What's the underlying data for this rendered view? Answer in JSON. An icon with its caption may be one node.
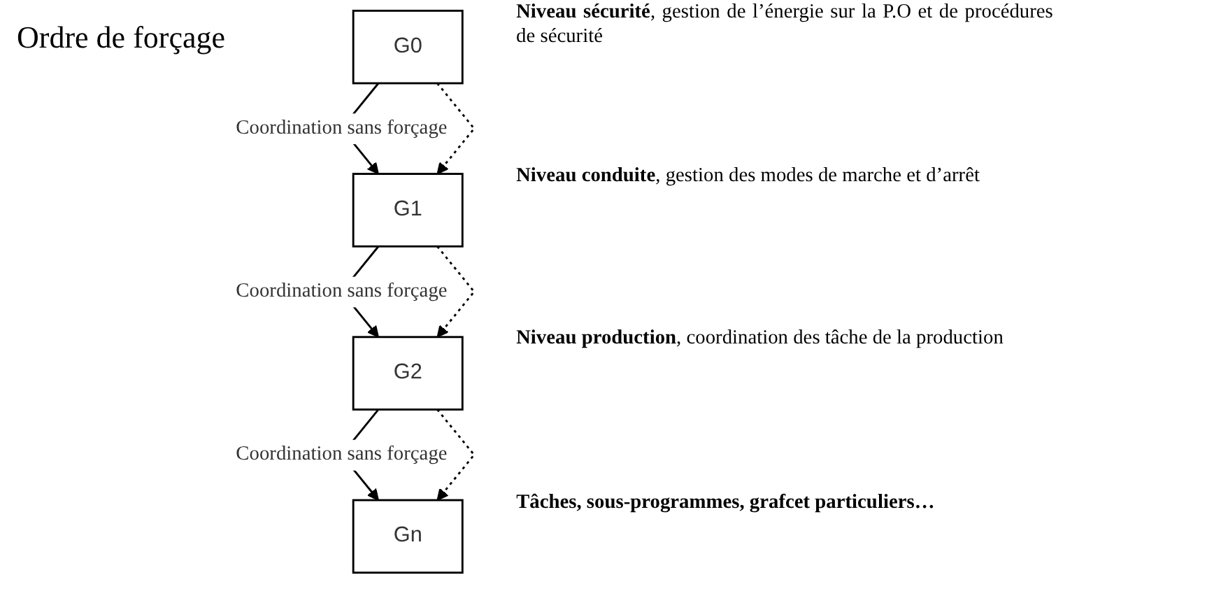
{
  "diagram": {
    "title": "Ordre de forçage",
    "nodes": [
      {
        "text": [
          "G0"
        ],
        "beside": [
          "**Niveau sécurité**, gestion de l’énergie sur la P.O et de procédures de sécurité"
        ]
      },
      {
        "text": [
          "G1"
        ],
        "beside": [
          "**Niveau conduite**, gestion des modes de marche et d’arrêt"
        ]
      },
      {
        "text": [
          "G2"
        ],
        "beside": [
          "**Niveau production**, coordination des tâche de la production"
        ]
      },
      {
        "text": [
          "Gn"
        ],
        "beside": [
          "**Tâches, sous-programmes, grafcet particuliers…**"
        ]
      }
    ],
    "edges": [
      {
        "from": 0,
        "to": 1,
        "arrow": "to",
        "label": "Coordination sans forçage"
      },
      {
        "from": 1,
        "to": 2,
        "arrow": "to",
        "label": "Coordination sans forçage"
      },
      {
        "from": 2,
        "to": 3,
        "arrow": "to",
        "label": "Coordination sans forçage"
      },
      {
        "from": 0,
        "to": 1,
        "arrow": "to",
        "style": "dashed"
      },
      {
        "from": 1,
        "to": 2,
        "arrow": "to",
        "style": "dashed"
      },
      {
        "from": 2,
        "to": 3,
        "arrow": "to",
        "style": "dashed"
      }
    ]
  }
}
